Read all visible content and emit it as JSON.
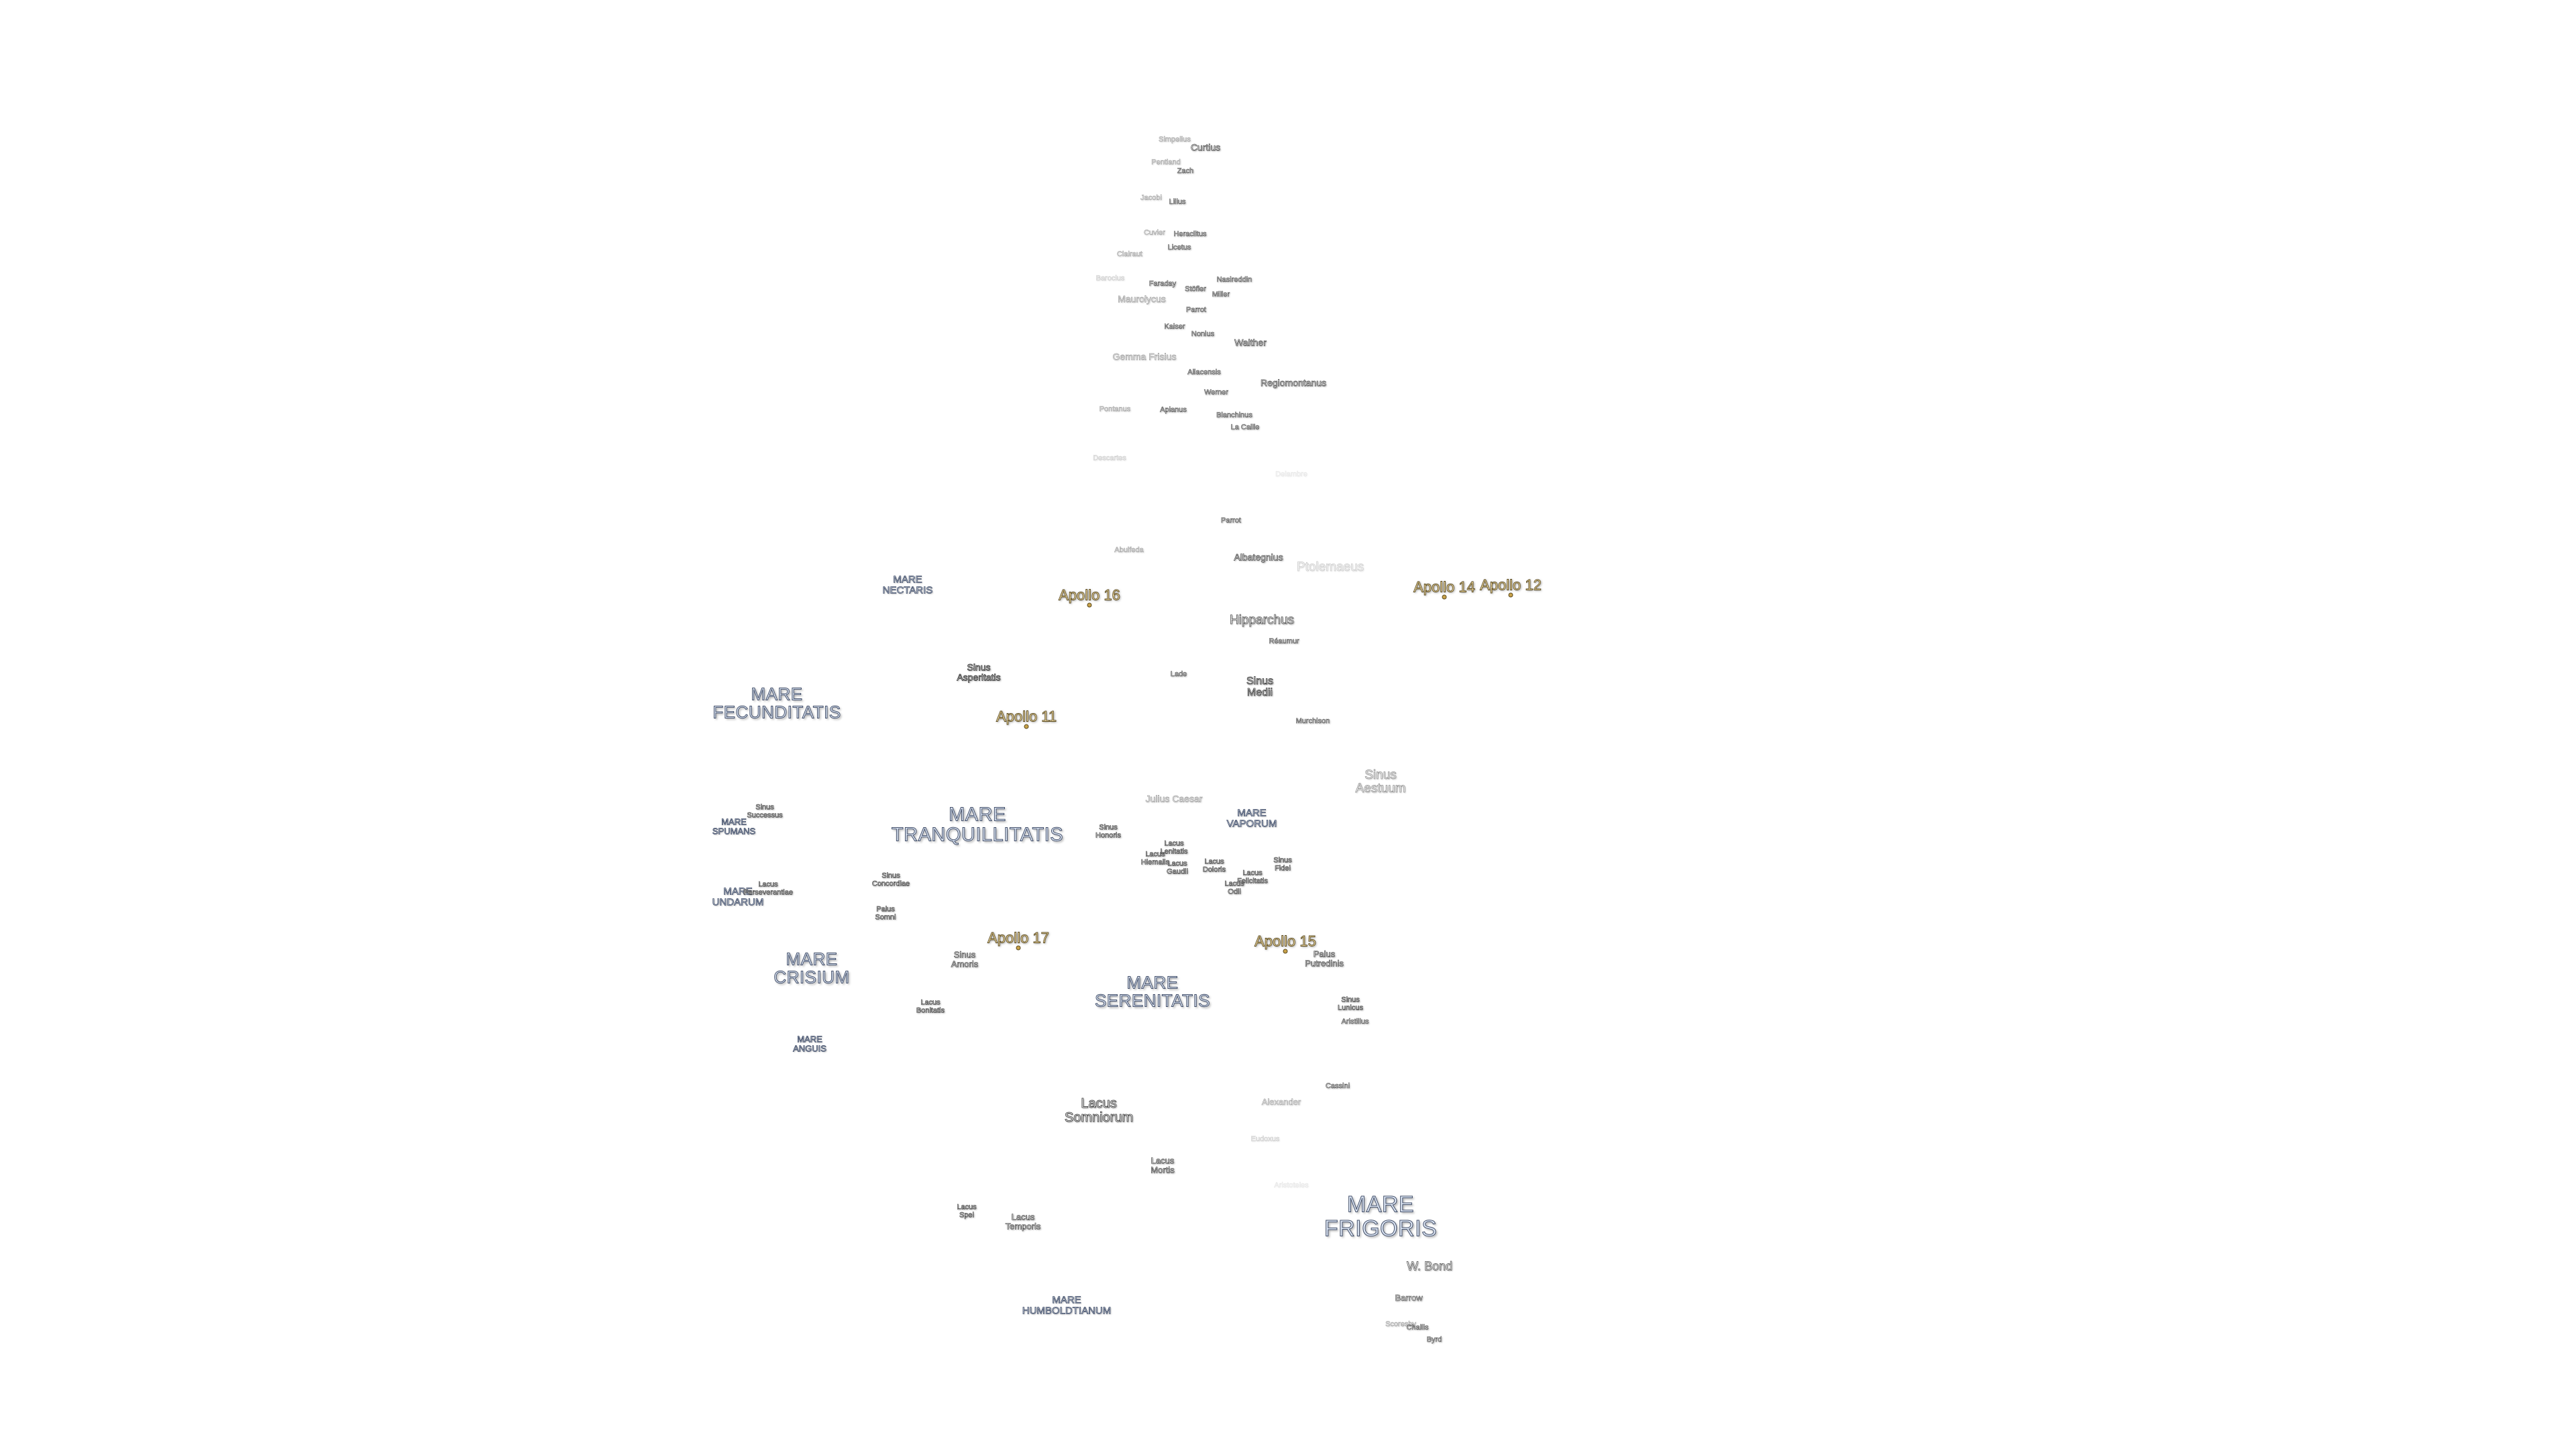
{
  "colors": {
    "background": "#ffffff",
    "mare_fill": "#dde6f4",
    "mare_outline": "#44506a",
    "label_fill": "#ffffff",
    "label_outline": "#3a3a3a",
    "apollo_fill": "#ffe9b0",
    "apollo_outline": "#5a4a20"
  },
  "maria": {
    "mare_nectaris": "MARE\nNECTARIS",
    "mare_fecunditatis": "MARE\nFECUNDITATIS",
    "mare_tranquillitatis": "MARE\nTRANQUILLITATIS",
    "mare_vaporum": "MARE\nVAPORUM",
    "mare_spumans": "MARE\nSPUMANS",
    "mare_undarum": "MARE\nUNDARUM",
    "mare_crisium": "MARE\nCRISIUM",
    "mare_anguis": "MARE\nANGUIS",
    "mare_serenitatis": "MARE\nSERENITATIS",
    "mare_frigoris": "MARE\nFRIGORIS",
    "mare_humboldtianum": "MARE\nHUMBOLDTIANUM"
  },
  "features": {
    "sinus_asperitatis": "Sinus\nAsperitatis",
    "sinus_medii": "Sinus\nMedii",
    "sinus_aestuum": "Sinus\nAestuum",
    "sinus_successus": "Sinus\nSuccessus",
    "lacus_perseverantiae": "Lacus\nPerseverantiae",
    "sinus_concordiae": "Sinus\nConcordiae",
    "palus_somni": "Palus\nSomni",
    "sinus_honoris": "Sinus\nHonoris",
    "lacus_lenitatis": "Lacus\nLenitatis",
    "lacus_hiemalis": "Lacus\nHiemalis",
    "lacus_gaudii": "Lacus\nGaudii",
    "lacus_doloris": "Lacus\nDoloris",
    "lacus_odii": "Lacus\nOdii",
    "lacus_felicitatis": "Lacus\nFelicitatis",
    "sinus_fidei": "Sinus\nFidei",
    "sinus_amoris": "Sinus\nAmoris",
    "lacus_bonitatis": "Lacus\nBonitatis",
    "palus_putredinis": "Palus\nPutredinis",
    "sinus_lunicus": "Sinus\nLunicus",
    "lacus_somniorum": "Lacus\nSomniorum",
    "lacus_mortis": "Lacus\nMortis",
    "lacus_spei": "Lacus\nSpei",
    "lacus_temporis": "Lacus\nTemporis"
  },
  "craters": {
    "curtius": "Curtius",
    "simpelius": "Simpelius",
    "pentland": "Pentland",
    "zach": "Zach",
    "jacobi": "Jacobi",
    "lilius": "Lilius",
    "cuvier": "Cuvier",
    "heraclitus": "Heraclitus",
    "licetus": "Licetus",
    "clairaut": "Clairaut",
    "nasireddin": "Nasireddin",
    "stofler": "Stöfler",
    "miller": "Miller",
    "faraday": "Faraday",
    "barocius": "Barocius",
    "maurolycus": "Maurolycus",
    "parrot_l": "Parrot",
    "kaiser": "Kaiser",
    "nonius": "Nonius",
    "walther": "Walther",
    "gemma_frisius": "Gemma Frisius",
    "aliacensis": "Aliacensis",
    "regiomontanus": "Regiomontanus",
    "werner": "Werner",
    "pontanus": "Pontanus",
    "apianus": "Apianus",
    "blanchinus": "Blanchinus",
    "la_caille": "La Caille",
    "descartes": "Descartes",
    "parrot": "Parrot",
    "abulfeda": "Abulfeda",
    "albategnius": "Albategnius",
    "ptolemaeus": "Ptolemaeus",
    "hipparchus": "Hipparchus",
    "reaumur": "Réaumur",
    "lade": "Lade",
    "murchison": "Murchison",
    "julius_caesar": "Julius Caesar",
    "aristillus": "Aristillus",
    "cassini": "Cassini",
    "alexander": "Alexander",
    "eudoxus": "Eudoxus",
    "aristoteles": "Aristoteles",
    "w_bond": "W. Bond",
    "barrow": "Barrow",
    "challis": "Challis",
    "scoresby": "Scoresby",
    "byrd": "Byrd",
    "delambre": "Delambre"
  },
  "apollo": {
    "apollo_16": "Apollo 16",
    "apollo_11": "Apollo 11",
    "apollo_14": "Apollo 14",
    "apollo_12": "Apollo 12",
    "apollo_17": "Apollo 17",
    "apollo_15": "Apollo 15"
  }
}
